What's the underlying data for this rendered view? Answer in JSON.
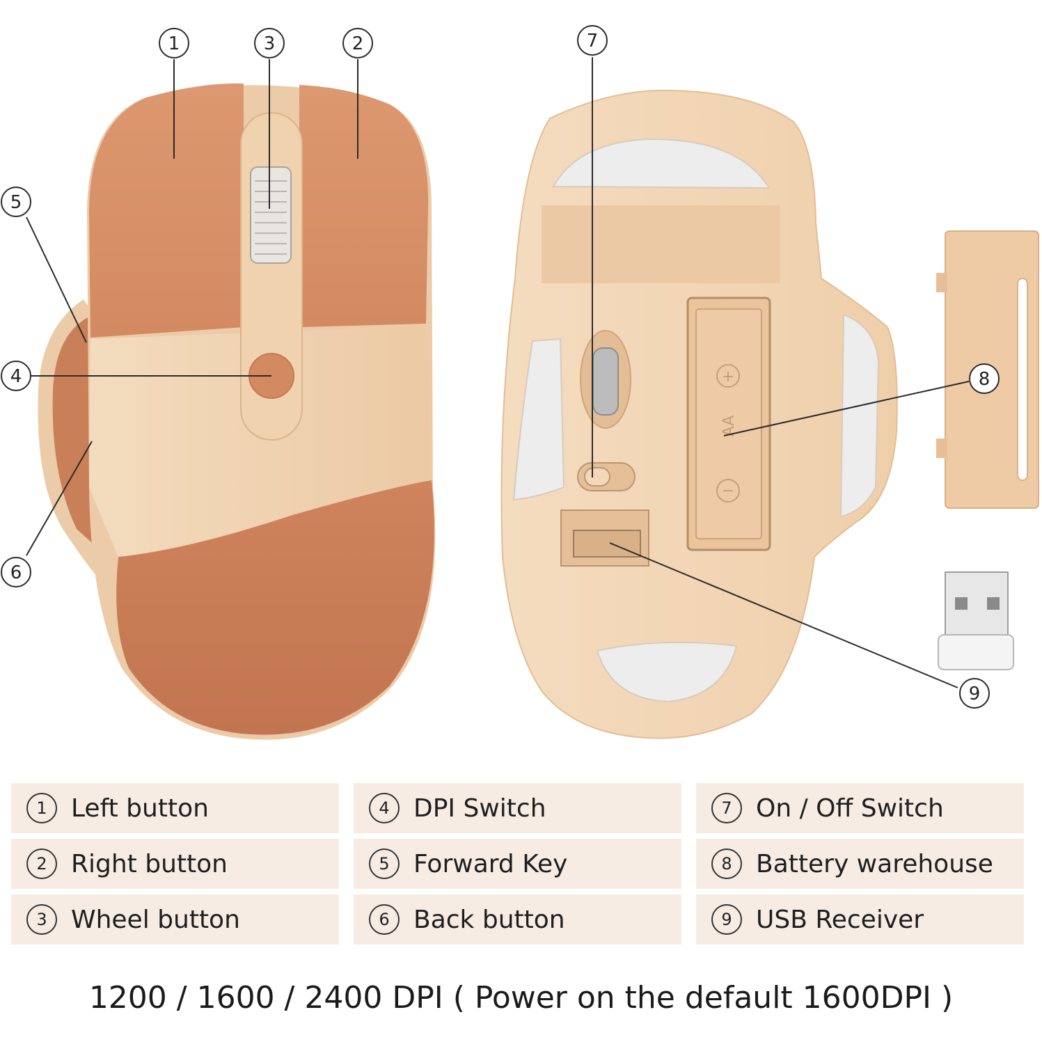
{
  "callouts": [
    {
      "num": "1",
      "name": "left-button"
    },
    {
      "num": "2",
      "name": "right-button"
    },
    {
      "num": "3",
      "name": "wheel-button"
    },
    {
      "num": "4",
      "name": "dpi-switch"
    },
    {
      "num": "5",
      "name": "forward-key"
    },
    {
      "num": "6",
      "name": "back-button"
    },
    {
      "num": "7",
      "name": "on-off-switch"
    },
    {
      "num": "8",
      "name": "battery-warehouse"
    },
    {
      "num": "9",
      "name": "usb-receiver"
    }
  ],
  "legend": [
    {
      "num": "①",
      "label": "Left button"
    },
    {
      "num": "②",
      "label": "Right button"
    },
    {
      "num": "③",
      "label": "Wheel button"
    },
    {
      "num": "④",
      "label": "DPI Switch"
    },
    {
      "num": "⑤",
      "label": "Forward Key"
    },
    {
      "num": "⑥",
      "label": "Back button"
    },
    {
      "num": "⑦",
      "label": "On / Off Switch"
    },
    {
      "num": "⑧",
      "label": "Battery warehouse"
    },
    {
      "num": "⑨",
      "label": "USB Receiver"
    }
  ],
  "footer": "1200 / 1600 / 2400 DPI ( Power on the default 1600DPI )",
  "colors": {
    "mouse_top": "#d9936a",
    "mouse_cream": "#f1d6b4",
    "mouse_palm": "#c77b55",
    "mouse_side": "#eccba8",
    "feet": "#ededed",
    "legend_bg": "#f7ece4"
  },
  "battery_marks": {
    "plus": "+",
    "minus": "−",
    "size": "AA"
  }
}
